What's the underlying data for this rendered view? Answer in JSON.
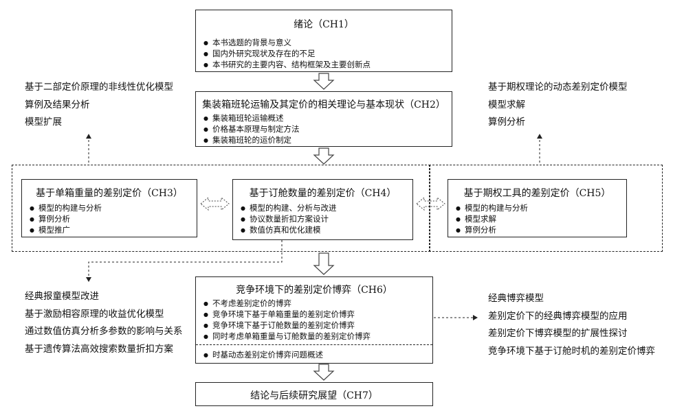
{
  "ch1": {
    "title": "绪论（CH1）",
    "items": [
      "本书选题的背景与意义",
      "国内外研究现状及存在的不足",
      "本书研究的主要内容、结构框架及主要创新点"
    ]
  },
  "ch2": {
    "title": "集装箱班轮运输及其定价的相关理论与基本现状（CH2）",
    "items": [
      "集装箱班轮运输概述",
      "价格基本原理与制定方法",
      "集装箱班轮的运价制定"
    ]
  },
  "ch3": {
    "title": "基于单箱重量的差别定价（CH3）",
    "items": [
      "模型的构建与分析",
      "算例分析",
      "模型推广"
    ]
  },
  "ch4": {
    "title": "基于订舱数量的差别定价（CH4）",
    "items": [
      "模型的构建、分析与改进",
      "协议数量折扣方案设计",
      "数值仿真和优化建模"
    ]
  },
  "ch5": {
    "title": "基于期权工具的差别定价（CH5）",
    "items": [
      "模型的构建与分析",
      "模型求解",
      "算例分析"
    ]
  },
  "ch6": {
    "title": "竞争环境下的差别定价博弈（CH6）",
    "items": [
      "不考虑差别定价的博弈",
      "竞争环境下基于单箱重量的差别定价博弈",
      "竞争环境下基于订舱数量的差别定价博弈",
      "同时考虑单箱重量与订舱数量的差别定价博弈"
    ],
    "extra": [
      "时基动态差别定价博弈问题概述"
    ]
  },
  "ch7": {
    "title": "结论与后续研究展望（CH7）"
  },
  "side_left_top": [
    "基于二部定价原理的非线性优化模型",
    "算例及结果分析",
    "模型扩展"
  ],
  "side_right_top": [
    "基于期权理论的动态差别定价模型",
    "模型求解",
    "算例分析"
  ],
  "side_left_bottom": [
    "经典报童模型改进",
    "基于激励相容原理的收益优化模型",
    "通过数值仿真分析多参数的影响与关系",
    "基于遗传算法高效搜索数量折扣方案"
  ],
  "side_right_bottom": [
    "经典博弈模型",
    "差别定价下的经典博弈模型的应用",
    "差别定价下博弈模型的扩展性探讨",
    "竞争环境下基于订舱时机的差别定价博弈"
  ]
}
